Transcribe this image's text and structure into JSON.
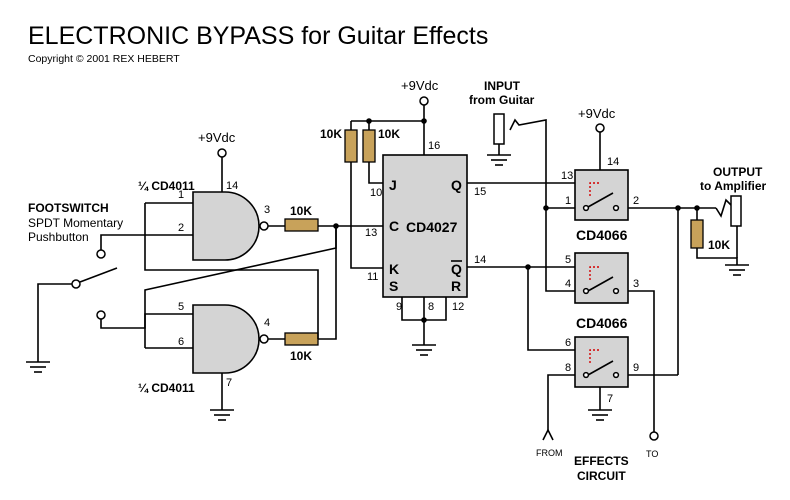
{
  "title": "ELECTRONIC  BYPASS  for Guitar Effects",
  "copyright": "Copyright © 2001  REX HEBERT",
  "supply_label": "+9Vdc",
  "nand_label_top": "¼ CD4011",
  "nand_label_bottom": "¼ CD4011",
  "flipflop": {
    "name": "CD4027",
    "pins": {
      "j": "J",
      "c": "C",
      "k": "K",
      "s": "S",
      "r": "R",
      "q": "Q",
      "qbar": "Q"
    }
  },
  "switch_ic_label": "CD4066",
  "footswitch": {
    "title": "FOOTSWITCH",
    "line1": "SPDT Momentary",
    "line2": "Pushbutton"
  },
  "input": {
    "title": "INPUT",
    "subtitle": "from Guitar"
  },
  "output": {
    "title": "OUTPUT",
    "subtitle": "to Amplifier"
  },
  "effects": {
    "line1": "EFFECTS",
    "line2": "CIRCUIT",
    "from": "FROM",
    "to": "TO"
  },
  "resistors": {
    "r_top": "10K",
    "r_bottom": "10K",
    "r_j": "10K",
    "r_k": "10K",
    "r_out": "10K"
  },
  "pins": {
    "g1_in1": "1",
    "g1_in2": "2",
    "g1_out": "3",
    "g1_vdd": "14",
    "g2_in1": "5",
    "g2_in2": "6",
    "g2_out": "4",
    "g2_vss": "7",
    "ff_vdd": "16",
    "ff_j": "10",
    "ff_c": "13",
    "ff_k": "11",
    "ff_q": "15",
    "ff_qbar": "14",
    "ff_s": "9",
    "ff_vss": "8",
    "ff_r": "12",
    "sw_a_ctl": "13",
    "sw_a_in": "1",
    "sw_a_out": "2",
    "sw_vdd": "14",
    "sw_b_ctl": "5",
    "sw_b_in": "4",
    "sw_b_out": "3",
    "sw_c_ctl": "6",
    "sw_c_in": "8",
    "sw_c_out": "9",
    "sw_vss": "7"
  }
}
